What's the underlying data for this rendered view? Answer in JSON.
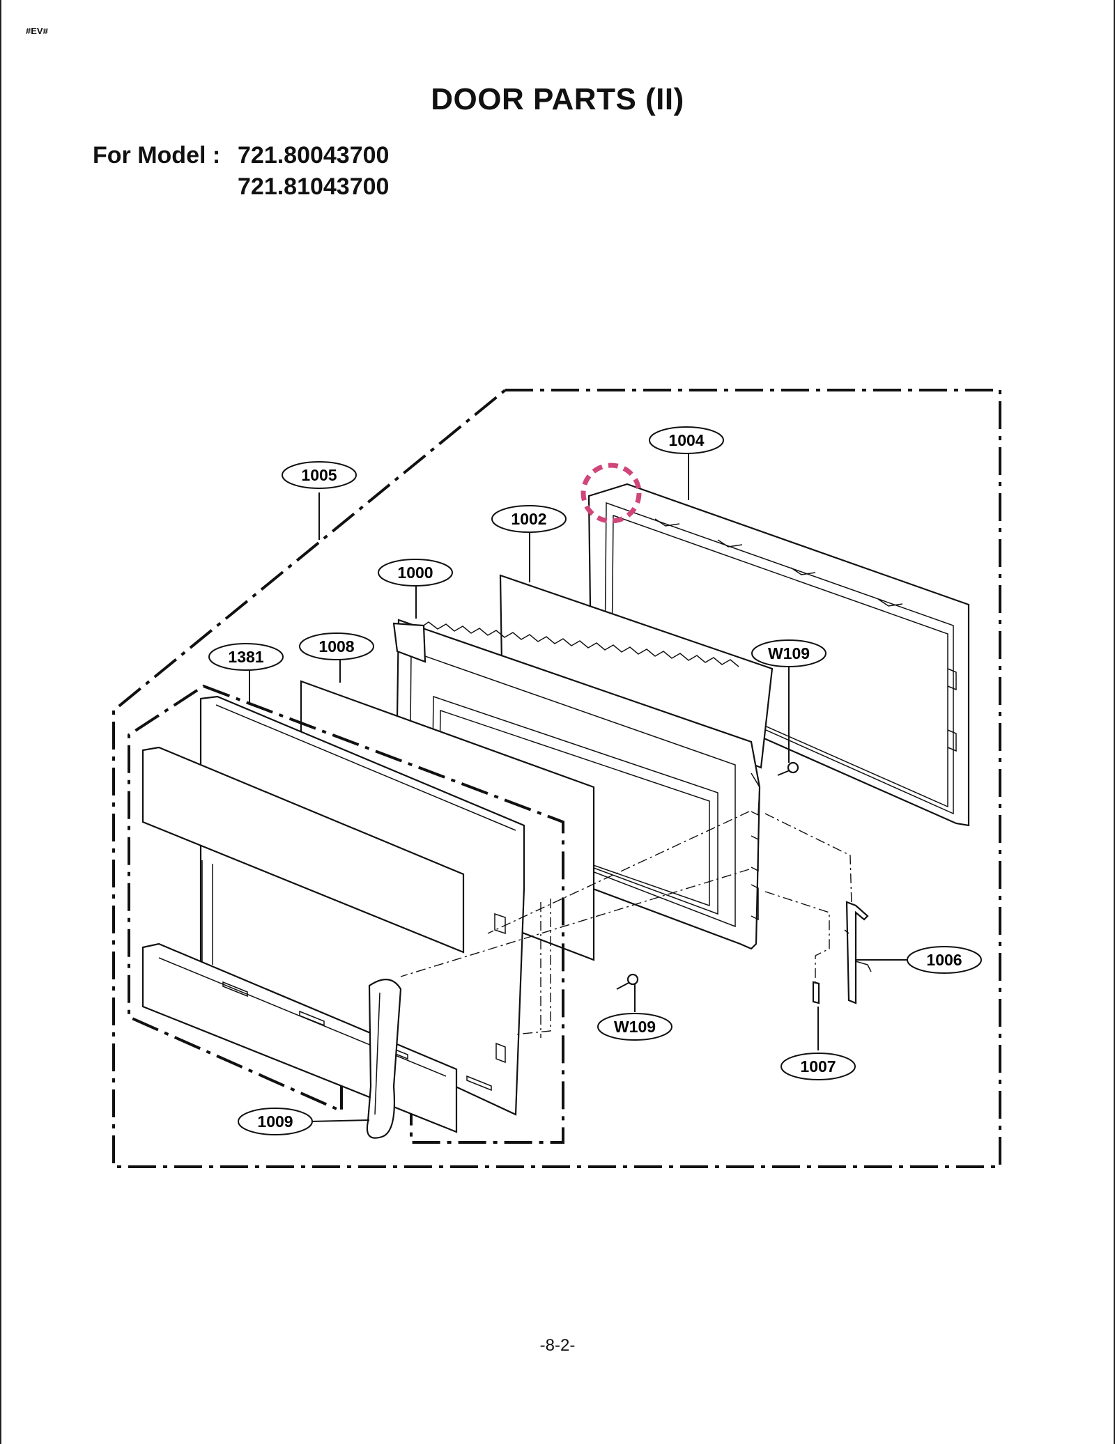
{
  "header": {
    "doc_code": "#EV#"
  },
  "title": "DOOR PARTS (II)",
  "model": {
    "label": "For Model :",
    "numbers": [
      "721.80043700",
      "721.81043700"
    ]
  },
  "callouts": {
    "door_screen_1005": "1005",
    "choke_cover_1004": "1004",
    "glass_1002": "1002",
    "door_frame_1000": "1000",
    "glass_1008": "1008",
    "door_front_1381": "1381",
    "screw_w109_top": "W109",
    "latch_1006": "1006",
    "screw_w109_bottom": "W109",
    "spring_1007": "1007",
    "handle_1009": "1009"
  },
  "colors": {
    "line": "#111111",
    "highlight_circle": "#d0457a"
  },
  "footer": {
    "page_number": "-8-2-"
  }
}
